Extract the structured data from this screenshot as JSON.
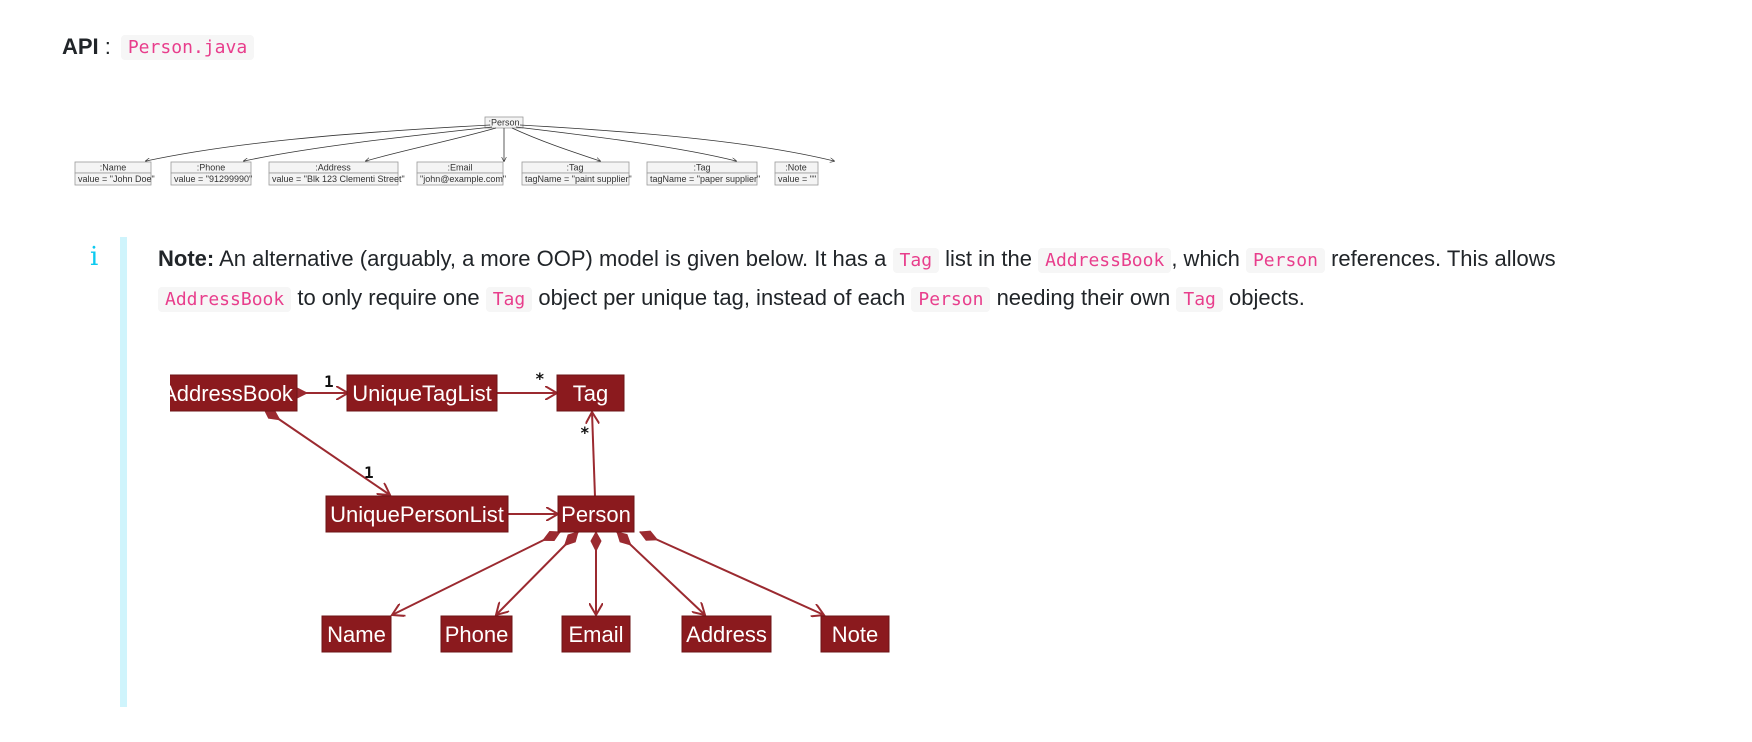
{
  "api": {
    "label": "API",
    "separator": ":",
    "file": "Person.java"
  },
  "object_diagram": {
    "root": ":Person",
    "objects": [
      {
        "title": ":Name",
        "value": "value = \"John Doe\""
      },
      {
        "title": ":Phone",
        "value": "value = \"91299990\""
      },
      {
        "title": ":Address",
        "value": "value = \"Blk 123 Clementi Street\""
      },
      {
        "title": ":Email",
        "value": "\"john@example.com\""
      },
      {
        "title": ":Tag",
        "value": "tagName = \"paint supplier\""
      },
      {
        "title": ":Tag",
        "value": "tagName = \"paper supplier\""
      },
      {
        "title": ":Note",
        "value": "value = \"\""
      }
    ]
  },
  "note": {
    "icon": "info-icon",
    "title": "Note:",
    "t1": "An alternative (arguably, a more OOP) model is given below. It has a",
    "c1": "Tag",
    "t2": "list in the",
    "c2": "AddressBook",
    "t3": ", which",
    "c3": "Person",
    "t4": "references. This allows",
    "c4": "AddressBook",
    "t5": "to only require one",
    "c5": "Tag",
    "t6": "object per unique tag, instead of each",
    "c6": "Person",
    "t7": "needing their own",
    "c7": "Tag",
    "t8": "objects."
  },
  "class_diagram": {
    "classes": {
      "address_book": "AddressBook",
      "unique_tag_list": "UniqueTagList",
      "tag": "Tag",
      "unique_person_list": "UniquePersonList",
      "person": "Person",
      "name": "Name",
      "phone": "Phone",
      "email": "Email",
      "address": "Address",
      "note": "Note"
    },
    "multiplicities": {
      "book_taglist": "1",
      "taglist_tag": "*",
      "person_tag": "*",
      "book_personlist": "1"
    }
  },
  "colors": {
    "class_fill": "#8b1a1e",
    "arrow": "#9b2a30",
    "code_text": "#e83e8c",
    "note_bar": "#cff4fc",
    "note_icon": "#0dcaf0"
  }
}
